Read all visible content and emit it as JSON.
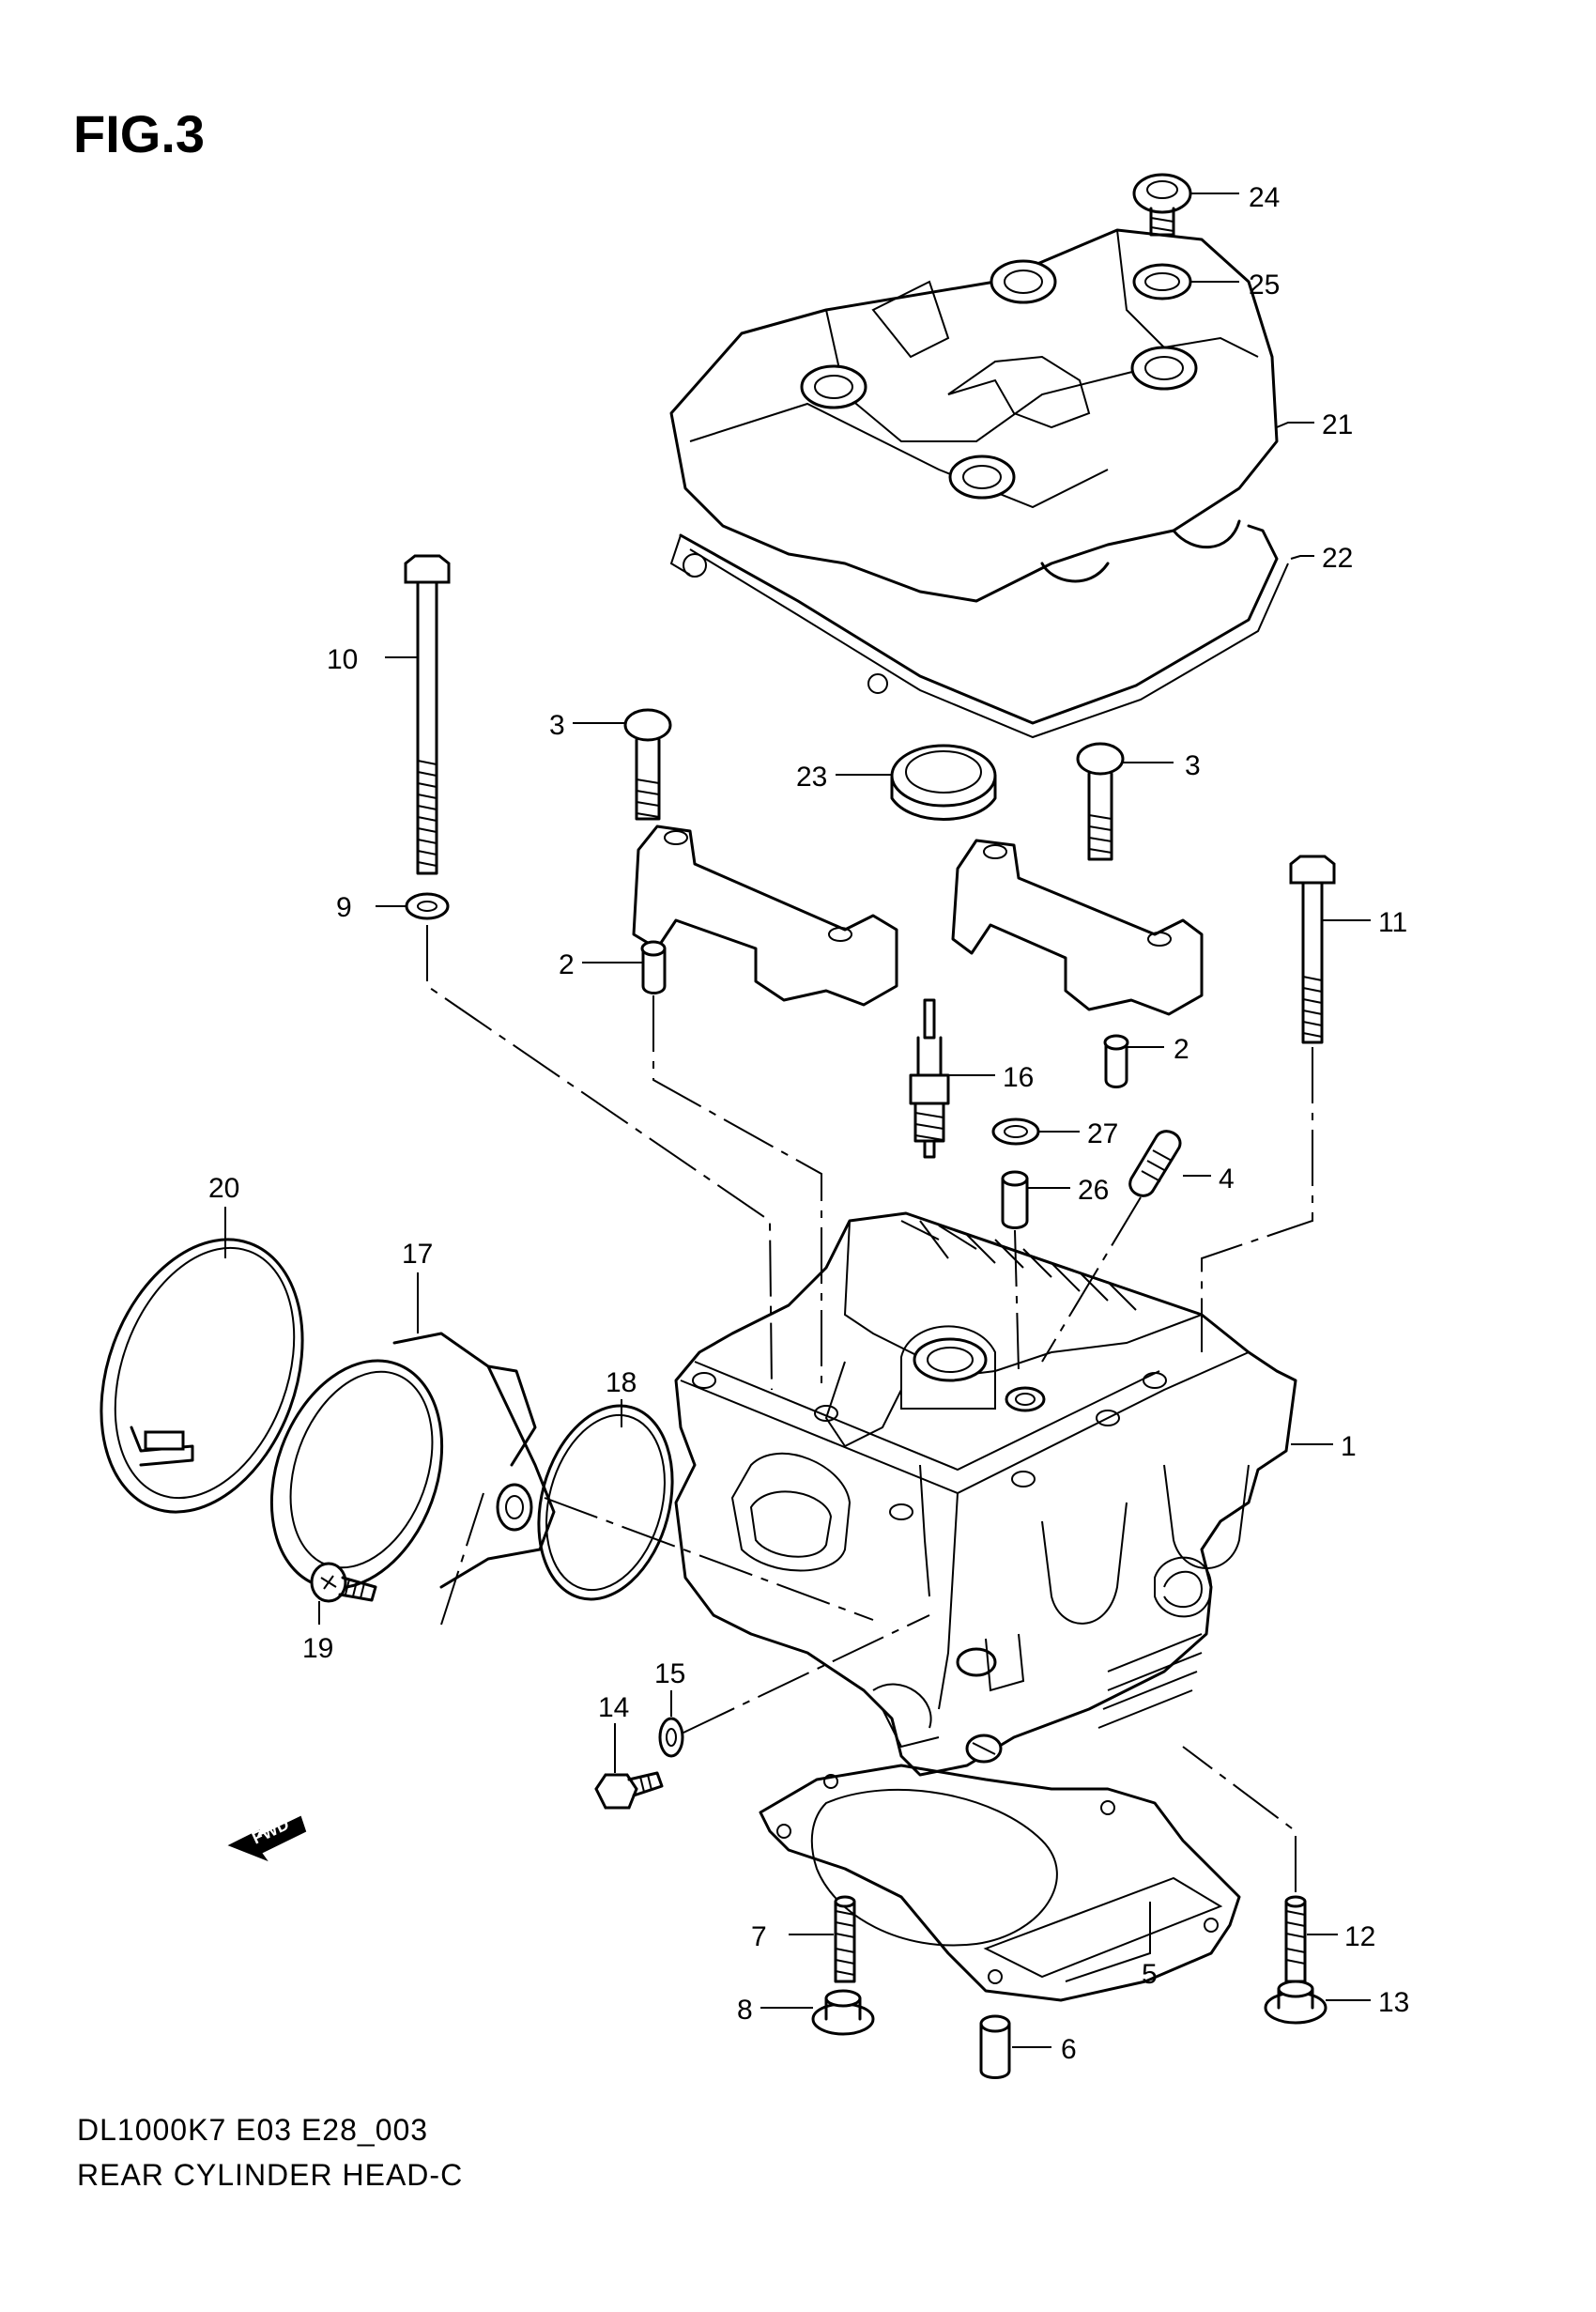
{
  "figure": {
    "title": "FIG.3"
  },
  "caption": {
    "model_code": "DL1000K7 E03 E28_003",
    "name": "REAR CYLINDER HEAD-C"
  },
  "fwd_label": "FWD",
  "callouts": [
    {
      "id": "c1",
      "label": "1"
    },
    {
      "id": "c2a",
      "label": "2"
    },
    {
      "id": "c2b",
      "label": "2"
    },
    {
      "id": "c3a",
      "label": "3"
    },
    {
      "id": "c3b",
      "label": "3"
    },
    {
      "id": "c4",
      "label": "4"
    },
    {
      "id": "c5",
      "label": "5"
    },
    {
      "id": "c6",
      "label": "6"
    },
    {
      "id": "c7",
      "label": "7"
    },
    {
      "id": "c8",
      "label": "8"
    },
    {
      "id": "c9",
      "label": "9"
    },
    {
      "id": "c10",
      "label": "10"
    },
    {
      "id": "c11",
      "label": "11"
    },
    {
      "id": "c12",
      "label": "12"
    },
    {
      "id": "c13",
      "label": "13"
    },
    {
      "id": "c14",
      "label": "14"
    },
    {
      "id": "c15",
      "label": "15"
    },
    {
      "id": "c16",
      "label": "16"
    },
    {
      "id": "c17",
      "label": "17"
    },
    {
      "id": "c18",
      "label": "18"
    },
    {
      "id": "c19",
      "label": "19"
    },
    {
      "id": "c20",
      "label": "20"
    },
    {
      "id": "c21",
      "label": "21"
    },
    {
      "id": "c22",
      "label": "22"
    },
    {
      "id": "c23",
      "label": "23"
    },
    {
      "id": "c24",
      "label": "24"
    },
    {
      "id": "c25",
      "label": "25"
    },
    {
      "id": "c26",
      "label": "26"
    },
    {
      "id": "c27",
      "label": "27"
    }
  ]
}
